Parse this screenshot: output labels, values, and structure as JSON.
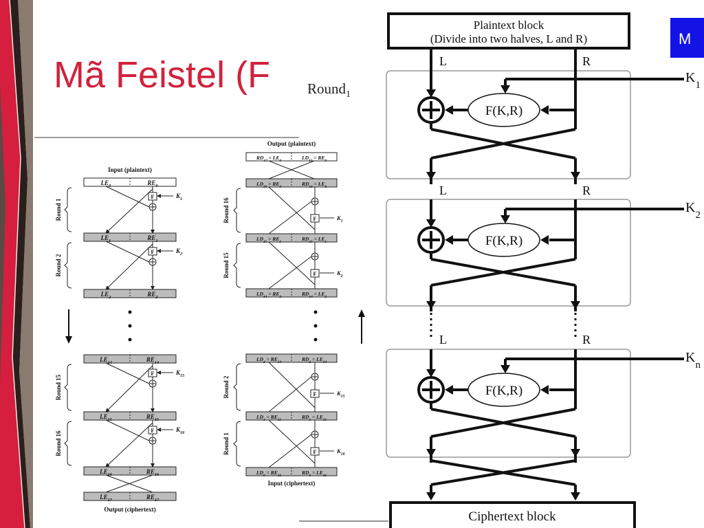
{
  "slide": {
    "title": "Mã Feistel (F",
    "round_label_main": "Round",
    "round_label_sub": "1",
    "partial_button": "M"
  },
  "left_diagram": {
    "input_label": "Input (plaintext)",
    "output_label": "Output (ciphertext)",
    "rounds": [
      "Round 1",
      "Round 2",
      "Round 15",
      "Round 16"
    ],
    "rows": [
      {
        "l": "LE",
        "ls": "0",
        "r": "RE",
        "rs": "0"
      },
      {
        "l": "LE",
        "ls": "1",
        "r": "RE",
        "rs": "1"
      },
      {
        "l": "LE",
        "ls": "2",
        "r": "RE",
        "rs": "2"
      },
      {
        "l": "LE",
        "ls": "14",
        "r": "RE",
        "rs": "14"
      },
      {
        "l": "LE",
        "ls": "15",
        "r": "RE",
        "rs": "15"
      },
      {
        "l": "LE",
        "ls": "16",
        "r": "RE",
        "rs": "16"
      },
      {
        "l": "LE",
        "ls": "17",
        "r": "RE",
        "rs": "17"
      }
    ],
    "keys": [
      {
        "k": "K",
        "ks": "1"
      },
      {
        "k": "K",
        "ks": "2"
      },
      {
        "k": "K",
        "ks": "15"
      },
      {
        "k": "K",
        "ks": "16"
      }
    ],
    "f_label": "F"
  },
  "middle_diagram": {
    "output_label": "Output (plaintext)",
    "input_label": "Input (ciphertext)",
    "rounds": [
      "Round 16",
      "Round 15",
      "Round 2",
      "Round 1"
    ],
    "rows": [
      {
        "l": "RD",
        "ls": "17",
        "lrest": " = LE",
        "lrs": "0",
        "r": "LD",
        "rs": "17",
        "rrest": " = RE",
        "rrs": "0"
      },
      {
        "l": "LD",
        "ls": "16",
        "lrest": " = RE",
        "lrs": "0",
        "r": "RD",
        "rs": "16",
        "rrest": " = LE",
        "rrs": "0"
      },
      {
        "l": "LD",
        "ls": "15",
        "lrest": " = RE",
        "lrs": "1",
        "r": "RD",
        "rs": "15",
        "rrest": " = LE",
        "rrs": "1"
      },
      {
        "l": "LD",
        "ls": "14",
        "lrest": " = RE",
        "lrs": "2",
        "r": "RD",
        "rs": "14",
        "rrest": " = LE",
        "rrs": "2"
      },
      {
        "l": "LD",
        "ls": "2",
        "lrest": " = RE",
        "lrs": "14",
        "r": "RD",
        "rs": "2",
        "rrest": " = LE",
        "rrs": "14"
      },
      {
        "l": "LD",
        "ls": "1",
        "lrest": " = RE",
        "lrs": "15",
        "r": "RD",
        "rs": "1",
        "rrest": " = LE",
        "rrs": "15"
      },
      {
        "l": "LD",
        "ls": "0",
        "lrest": " = RE",
        "lrs": "16",
        "r": "RD",
        "rs": "0",
        "rrest": " = LE",
        "rrs": "16"
      }
    ],
    "keys": [
      {
        "k": "K",
        "ks": "1"
      },
      {
        "k": "K",
        "ks": "2"
      },
      {
        "k": "K",
        "ks": "15"
      },
      {
        "k": "K",
        "ks": "16"
      }
    ]
  },
  "right_diagram": {
    "plaintext_line1": "Plaintext block",
    "plaintext_line2": "(Divide into two halves, L and R)",
    "ciphertext": "Ciphertext block",
    "l": "L",
    "r": "R",
    "f": "F(K,R)",
    "keys": [
      {
        "k": "K",
        "ks": "1"
      },
      {
        "k": "K",
        "ks": "2"
      },
      {
        "k": "K",
        "ks": "n"
      }
    ]
  }
}
